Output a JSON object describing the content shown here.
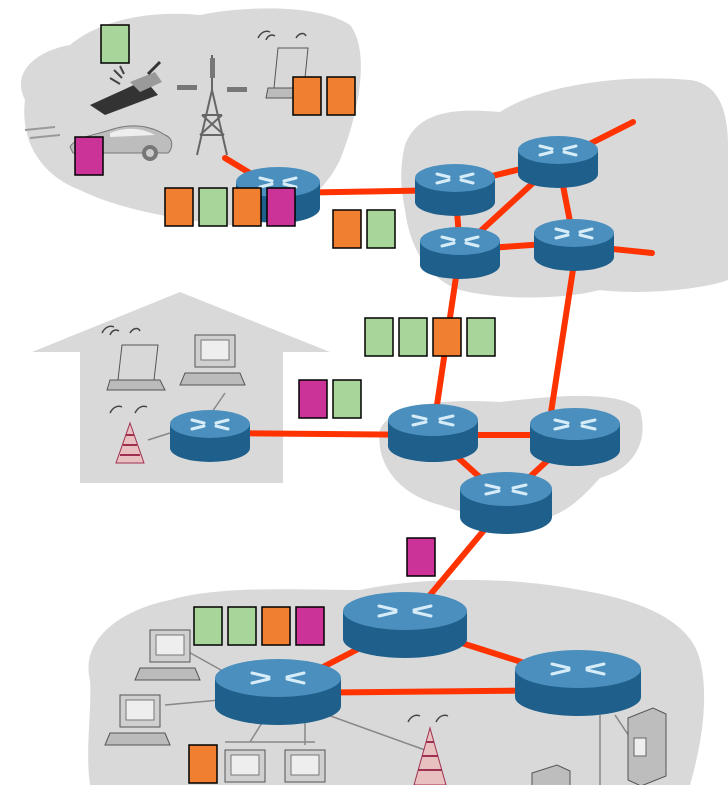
{
  "palette": {
    "background": "#ffffff",
    "region": "#d9d9d9",
    "link": "#ff3300",
    "router_top": "#4a8fbd",
    "router_side": "#1f5f8b",
    "router_arrow": "#d6ecf8",
    "packet_orange": "#f08030",
    "packet_green": "#a8d59a",
    "packet_magenta": "#cc3399",
    "wire": "#888888",
    "device_fill": "#cfcfcf",
    "device_stroke": "#555555"
  },
  "regions": [
    {
      "id": "mobile-network",
      "kind": "cloud"
    },
    {
      "id": "isp-core-network",
      "kind": "cloud"
    },
    {
      "id": "home-network",
      "kind": "house"
    },
    {
      "id": "regional-isp-network",
      "kind": "cloud"
    },
    {
      "id": "institutional-network",
      "kind": "cloud"
    }
  ],
  "packets": [
    {
      "group": "mobile-laptop-queue",
      "colors": [
        "orange",
        "orange"
      ]
    },
    {
      "group": "phone-packet",
      "colors": [
        "green"
      ]
    },
    {
      "group": "car-packet",
      "colors": [
        "magenta"
      ]
    },
    {
      "group": "mobile-router-queue",
      "colors": [
        "orange",
        "green",
        "orange",
        "magenta"
      ]
    },
    {
      "group": "core-link-queue",
      "colors": [
        "orange",
        "green"
      ]
    },
    {
      "group": "core-downlink-queue",
      "colors": [
        "green",
        "green",
        "orange",
        "green"
      ]
    },
    {
      "group": "home-link-queue",
      "colors": [
        "magenta",
        "green"
      ]
    },
    {
      "group": "regional-downlink-packet",
      "colors": [
        "magenta"
      ]
    },
    {
      "group": "institution-router-queue",
      "colors": [
        "green",
        "green",
        "orange",
        "magenta"
      ]
    },
    {
      "group": "institution-host-packet",
      "colors": [
        "orange"
      ]
    }
  ]
}
